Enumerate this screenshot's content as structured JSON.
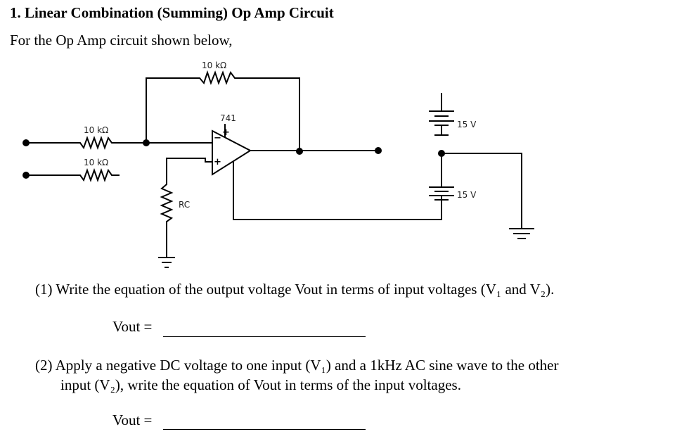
{
  "heading": "1. Linear Combination (Summing) Op Amp Circuit",
  "intro": "For the Op Amp circuit shown below,",
  "circuit": {
    "feedback_resistor_label": "10 kΩ",
    "input_resistor_1_label": "10 kΩ",
    "input_resistor_2_label": "10 kΩ",
    "rc_label": "RC",
    "opamp_label": "741",
    "pos_supply_label": "15 V",
    "neg_supply_label": "15 V"
  },
  "question1": {
    "text": "(1) Write the equation of the output voltage Vout in terms of input voltages (V₁ and V₂).",
    "answer_label": "Vout ="
  },
  "question2": {
    "line1": "(2) Apply a negative DC voltage to one input (V₁) and a 1kHz AC sine wave to the other",
    "line2": "input (V₂), write the equation of Vout in terms of the input voltages.",
    "answer_label": "Vout ="
  }
}
